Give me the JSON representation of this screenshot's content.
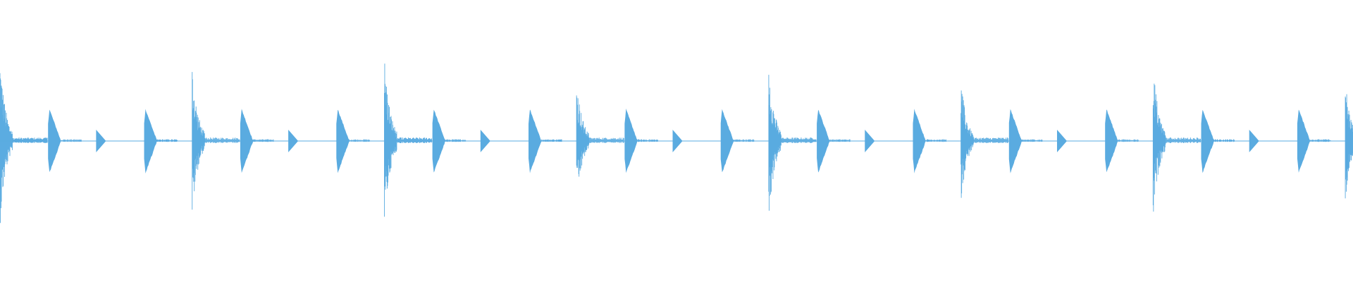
{
  "waveform": {
    "color": "#5aabe0",
    "background": "#ffffff",
    "pattern": {
      "beats_per_bar": 4,
      "bars_visible": 7.04,
      "beat_events": [
        {
          "beat": 0,
          "kind": "kick",
          "amplitude": 0.62
        },
        {
          "beat": 1,
          "kind": "hit",
          "amplitude": 0.22
        },
        {
          "beat": 2,
          "kind": "click",
          "amplitude": 0.08
        },
        {
          "beat": 3,
          "kind": "hit",
          "amplitude": 0.22
        }
      ],
      "kick_amplitudes_by_bar": [
        0.62,
        0.55,
        0.62,
        0.47,
        0.58,
        0.45,
        0.58,
        0.45
      ]
    }
  }
}
